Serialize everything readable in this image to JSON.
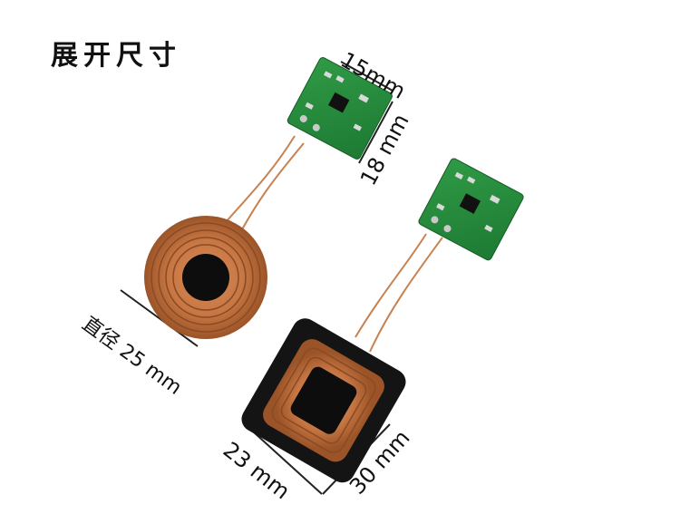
{
  "heading": "展开尺寸",
  "dimensions": {
    "board_width": "15mm",
    "board_height": "18 mm",
    "coil_diameter": "直径 25 mm",
    "rect_width": "23 mm",
    "rect_height": "30 mm"
  }
}
